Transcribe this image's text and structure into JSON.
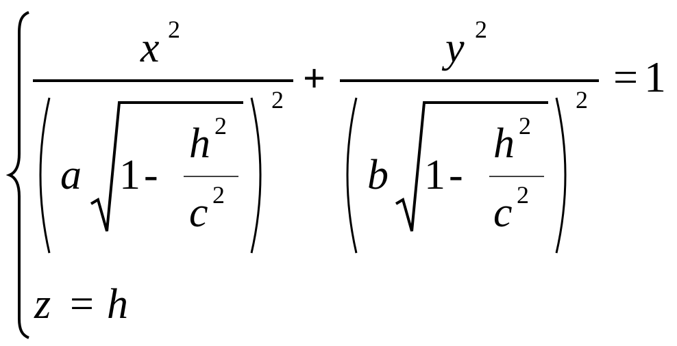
{
  "equation": {
    "frac1": {
      "num_var": "x",
      "num_exp": "2",
      "den_coef": "a",
      "den_one": "1",
      "den_minus": "-",
      "inner_num_var": "h",
      "inner_num_exp": "2",
      "inner_den_var": "c",
      "inner_den_exp": "2",
      "outer_exp": "2"
    },
    "plus": "+",
    "frac2": {
      "num_var": "y",
      "num_exp": "2",
      "den_coef": "b",
      "den_one": "1",
      "den_minus": "-",
      "inner_num_var": "h",
      "inner_num_exp": "2",
      "inner_den_var": "c",
      "inner_den_exp": "2",
      "outer_exp": "2"
    },
    "equals": "=",
    "rhs": "1",
    "line2": {
      "lhs": "z",
      "equals": "=",
      "rhs": "h"
    }
  }
}
